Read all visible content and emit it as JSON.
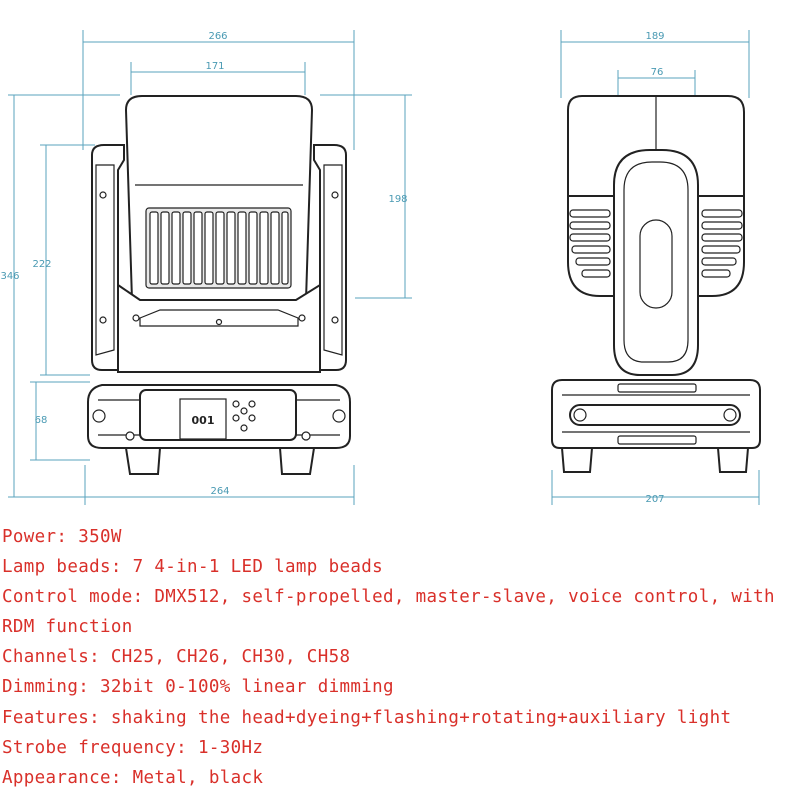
{
  "dimensions": {
    "front_total_width": "266",
    "front_head_width": "171",
    "front_total_height": "346",
    "front_head_height": "222",
    "front_yoke_height": "198",
    "front_base_height": "68",
    "front_base_width": "264",
    "side_total_width": "189",
    "side_arm_width": "76",
    "side_base_width": "207"
  },
  "display": {
    "value": "001"
  },
  "specs": [
    "Power: 350W",
    "Lamp beads: 7 4-in-1 LED lamp beads",
    "Control mode: DMX512, self-propelled, master-slave, voice control, with RDM function",
    "Channels: CH25, CH26, CH30, CH58",
    "Dimming: 32bit 0-100% linear dimming",
    "Features: shaking the head+dyeing+flashing+rotating+auxiliary light",
    "Strobe frequency: 1-30Hz",
    "Appearance: Metal, black"
  ],
  "colors": {
    "spec_text": "#d9302a",
    "dimension": "#4a9ab3",
    "outline": "#222222"
  }
}
